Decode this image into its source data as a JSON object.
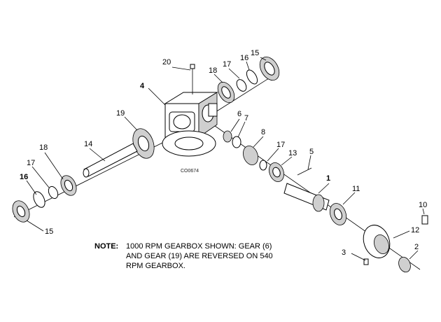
{
  "drawing_code": "CO0674",
  "note": {
    "label": "NOTE:",
    "lines": [
      "1000 RPM GEARBOX SHOWN: GEAR (6)",
      "AND GEAR (19) ARE REVERSED ON 540",
      "RPM GEARBOX."
    ]
  },
  "callouts": {
    "c1": "1",
    "c2": "2",
    "c3": "3",
    "c4": "4",
    "c5": "5",
    "c6": "6",
    "c7": "7",
    "c8": "8",
    "c10": "10",
    "c11": "11",
    "c12": "12",
    "c13": "13",
    "c14": "14",
    "c15a": "15",
    "c15b": "15",
    "c16a": "16",
    "c16b": "16",
    "c17a": "17",
    "c17b": "17",
    "c17c": "17",
    "c18a": "18",
    "c18b": "18",
    "c19": "19",
    "c20": "20"
  }
}
